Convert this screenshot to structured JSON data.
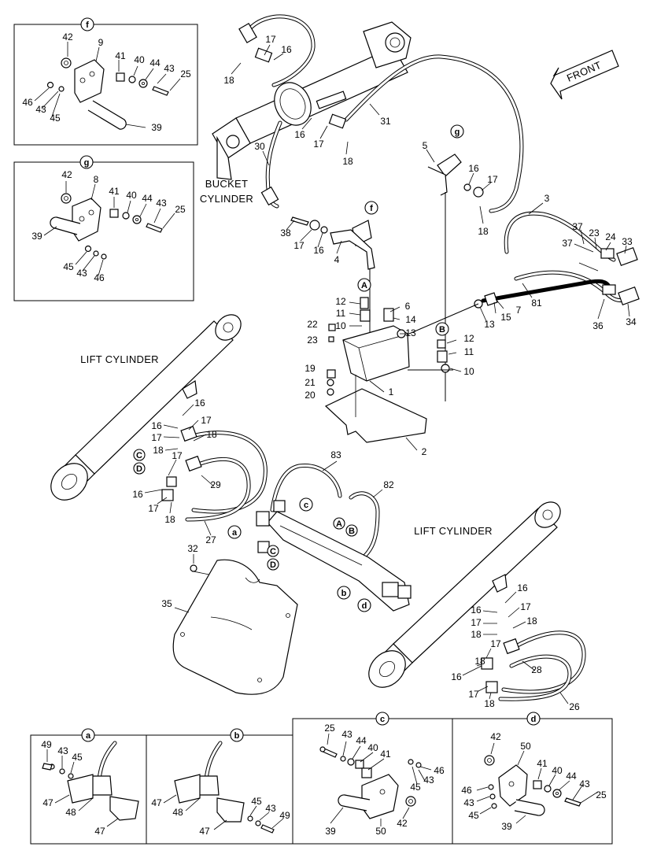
{
  "captions": {
    "bucket_cylinder_1": "BUCKET",
    "bucket_cylinder_2": "CYLINDER",
    "lift_cylinder_left": "LIFT CYLINDER",
    "lift_cylinder_right": "LIFT CYLINDER",
    "front": "FRONT"
  },
  "detail_tags": {
    "f": "f",
    "g": "g",
    "a": "a",
    "b": "b",
    "c": "c",
    "d": "d",
    "A": "A",
    "B": "B",
    "C": "C",
    "D": "D"
  },
  "inset_f": [
    "42",
    "9",
    "41",
    "40",
    "44",
    "43",
    "25",
    "46",
    "43",
    "45",
    "39"
  ],
  "inset_g": [
    "42",
    "8",
    "41",
    "40",
    "44",
    "43",
    "25",
    "39",
    "45",
    "43",
    "46"
  ],
  "inset_a": [
    "49",
    "43",
    "45",
    "47",
    "48",
    "47"
  ],
  "inset_b": [
    "47",
    "48",
    "45",
    "43",
    "49",
    "47"
  ],
  "inset_c": [
    "25",
    "43",
    "44",
    "40",
    "41",
    "46",
    "43",
    "45",
    "39",
    "50",
    "42"
  ],
  "inset_d": [
    "42",
    "50",
    "41",
    "40",
    "44",
    "43",
    "25",
    "46",
    "43",
    "45",
    "39"
  ],
  "main_upper": [
    "17",
    "16",
    "18",
    "31",
    "30",
    "16",
    "17",
    "18",
    "5",
    "16",
    "17",
    "18",
    "3",
    "37",
    "23",
    "24",
    "33",
    "37",
    "81",
    "36",
    "34",
    "38",
    "17",
    "16",
    "4",
    "12",
    "11",
    "10",
    "6",
    "14",
    "13",
    "7",
    "15",
    "13",
    "22",
    "23",
    "12",
    "11",
    "10",
    "19",
    "21",
    "20",
    "1",
    "2"
  ],
  "main_left": [
    "16",
    "16",
    "17",
    "17",
    "18",
    "18",
    "17",
    "29",
    "16",
    "17",
    "18",
    "27"
  ],
  "main_center": [
    "83",
    "82",
    "32",
    "35"
  ],
  "main_right": [
    "16",
    "16",
    "17",
    "17",
    "18",
    "18",
    "17",
    "18",
    "16",
    "28",
    "17",
    "18",
    "26"
  ]
}
